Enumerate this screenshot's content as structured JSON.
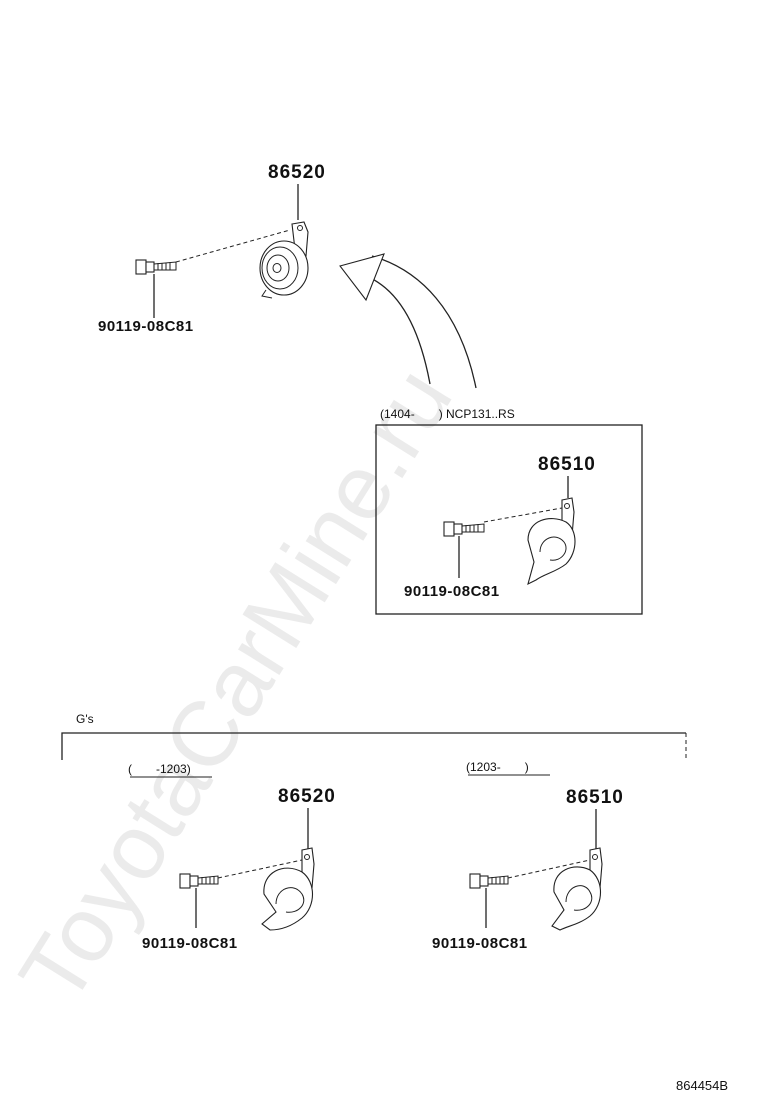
{
  "watermark": "ToyotaCarMine.ru",
  "diagram_id": "864454B",
  "top_group": {
    "horn_part_number": "86520",
    "bolt_part_number": "90119-08C81"
  },
  "inset_box": {
    "label": "(1404-　　) NCP131..RS",
    "horn_part_number": "86510",
    "bolt_part_number": "90119-08C81"
  },
  "gs_group": {
    "label": "G's",
    "left_variant": {
      "label": "(　　-1203)",
      "horn_part_number": "86520",
      "bolt_part_number": "90119-08C81"
    },
    "right_variant": {
      "label": "(1203-　　)",
      "horn_part_number": "86510",
      "bolt_part_number": "90119-08C81"
    }
  }
}
